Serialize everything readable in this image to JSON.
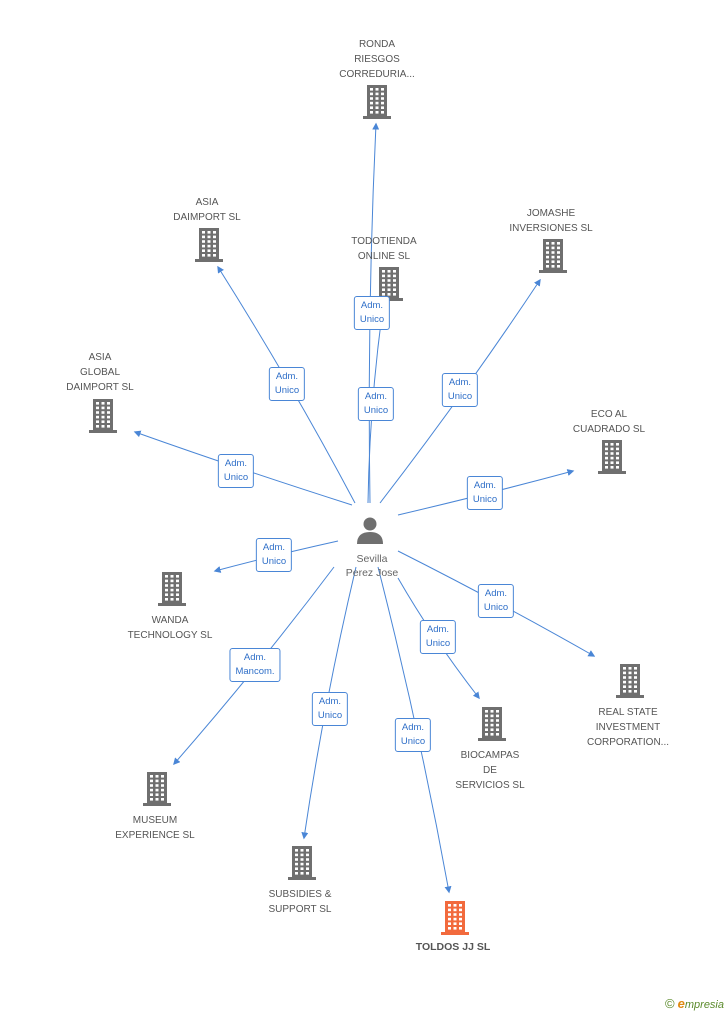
{
  "center": {
    "label": "Sevilla\nPerez Jose"
  },
  "nodes": [
    {
      "id": "ronda",
      "label": "RONDA\nRIESGOS\nCORREDURIA...",
      "highlight": false
    },
    {
      "id": "asia-daimport",
      "label": "ASIA\nDAIMPORT SL",
      "highlight": false
    },
    {
      "id": "todotienda",
      "label": "TODOTIENDA\nONLINE SL",
      "highlight": false
    },
    {
      "id": "jomashe",
      "label": "JOMASHE\nINVERSIONES SL",
      "highlight": false
    },
    {
      "id": "asia-global",
      "label": "ASIA\nGLOBAL\nDAIMPORT SL",
      "highlight": false
    },
    {
      "id": "eco-al-cuadrado",
      "label": "ECO AL\nCUADRADO SL",
      "highlight": false
    },
    {
      "id": "wanda",
      "label": "WANDA\nTECHNOLOGY SL",
      "highlight": false
    },
    {
      "id": "real-state",
      "label": "REAL STATE\nINVESTMENT\nCORPORATION...",
      "highlight": false
    },
    {
      "id": "biocampas",
      "label": "BIOCAMPAS\nDE\nSERVICIOS SL",
      "highlight": false
    },
    {
      "id": "museum",
      "label": "MUSEUM\nEXPERIENCE  SL",
      "highlight": false
    },
    {
      "id": "subsidies",
      "label": "SUBSIDIES &\nSUPPORT SL",
      "highlight": false
    },
    {
      "id": "toldos",
      "label": "TOLDOS JJ SL",
      "highlight": true
    }
  ],
  "edges": [
    {
      "to": "ronda",
      "label": "Adm.\nUnico"
    },
    {
      "to": "asia-daimport",
      "label": "Adm.\nUnico"
    },
    {
      "to": "todotienda",
      "label": "Adm.\nUnico"
    },
    {
      "to": "jomashe",
      "label": "Adm.\nUnico"
    },
    {
      "to": "asia-global",
      "label": "Adm.\nUnico"
    },
    {
      "to": "eco-al-cuadrado",
      "label": "Adm.\nUnico"
    },
    {
      "to": "wanda",
      "label": "Adm.\nUnico"
    },
    {
      "to": "real-state",
      "label": "Adm.\nUnico"
    },
    {
      "to": "biocampas",
      "label": "Adm.\nUnico"
    },
    {
      "to": "museum",
      "label": "Adm.\nMancom."
    },
    {
      "to": "subsidies",
      "label": "Adm.\nUnico"
    },
    {
      "to": "toldos",
      "label": "Adm.\nUnico"
    }
  ],
  "colors": {
    "edge": "#4a86d6",
    "building": "#6f6f6f",
    "highlight": "#f26a3d",
    "person": "#6f6f6f"
  },
  "icons": {
    "company": "building-icon",
    "person": "person-icon"
  },
  "brand": {
    "copyright": "©",
    "initial": "e",
    "rest": "mpresia"
  }
}
